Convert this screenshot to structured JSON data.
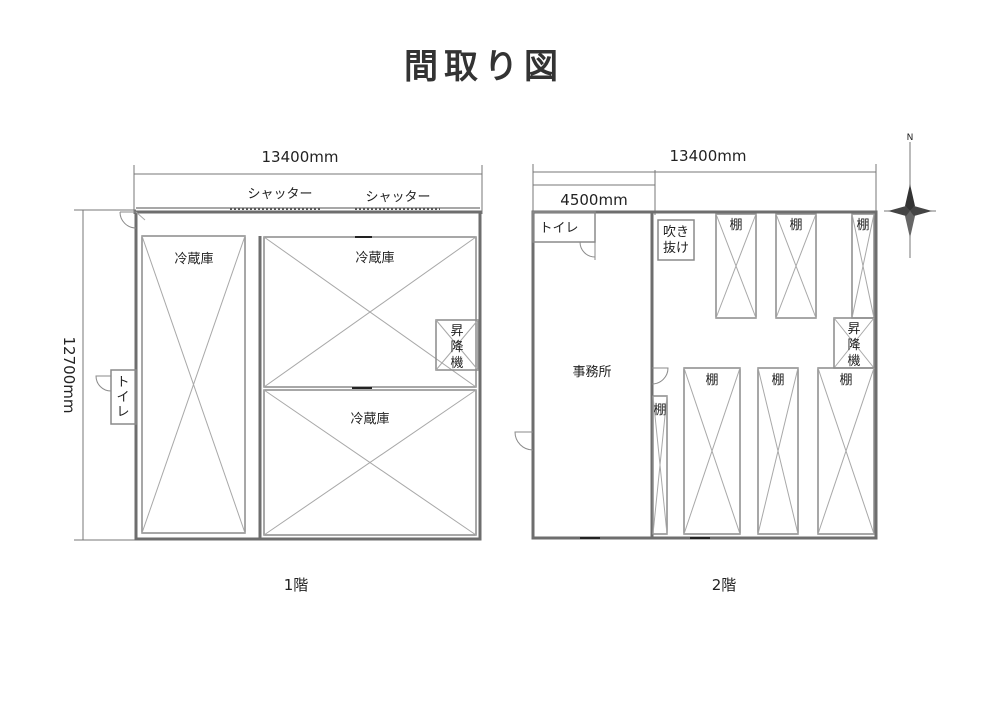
{
  "title": "間取り図",
  "floor1": {
    "width_label": "13400mm",
    "height_label": "12700mm",
    "shutter_labels": [
      "シャッター",
      "シャッター"
    ],
    "rooms": [
      "冷蔵庫",
      "冷蔵庫",
      "冷蔵庫"
    ],
    "toilet": "トイレ",
    "lift": "昇降機",
    "caption": "1階"
  },
  "floor2": {
    "width_label": "13400mm",
    "office_width_label": "4500mm",
    "toilet": "トイレ",
    "atrium": "吹き抜け",
    "office": "事務所",
    "shelf": "棚",
    "lift": "昇降機",
    "caption": "2階"
  },
  "compass": {
    "north": "N"
  }
}
